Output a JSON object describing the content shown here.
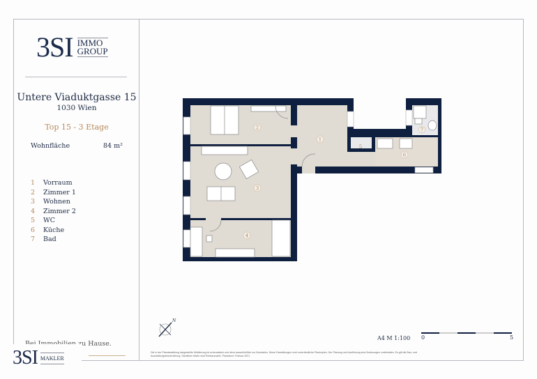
{
  "logo": {
    "big": "3SI",
    "line1": "IMMO",
    "line2": "GROUP"
  },
  "address": {
    "street": "Untere Viaduktgasse 15",
    "city": "1030 Wien",
    "unit": "Top 15 - 3 Etage"
  },
  "area": {
    "label": "Wohnfläche",
    "value": "84 m²"
  },
  "rooms": [
    {
      "num": "1",
      "name": "Vorraum"
    },
    {
      "num": "2",
      "name": "Zimmer 1"
    },
    {
      "num": "3",
      "name": "Wohnen"
    },
    {
      "num": "4",
      "name": "Zimmer 2"
    },
    {
      "num": "5",
      "name": "WC"
    },
    {
      "num": "6",
      "name": "Küche"
    },
    {
      "num": "7",
      "name": "Bad"
    }
  ],
  "tagline": "Bei Immobilien zu Hause.",
  "maklerlogo": {
    "big": "3SI",
    "side": "MAKLER"
  },
  "disclaimer": "Die in der Plandarstellung dargestellte Möblierung ist schematisch und dient ausschließlich zur Illustration. Diese Darstellungen sind unverbindliche Plankopien. Der Planung und Ausführung sind Änderungen vorbehalten. Es gilt die Bau- und Ausstattungsbeschreibung. Sämtliche Maße sind Rohbaumaße. Planstand: Februar 2021",
  "scale": {
    "label": "A4  M 1:100",
    "start": "0",
    "end": "5"
  },
  "compass": "N",
  "colors": {
    "wall": "#0f1f40",
    "floor": "#e0dbd3",
    "accent": "#b5895a"
  }
}
